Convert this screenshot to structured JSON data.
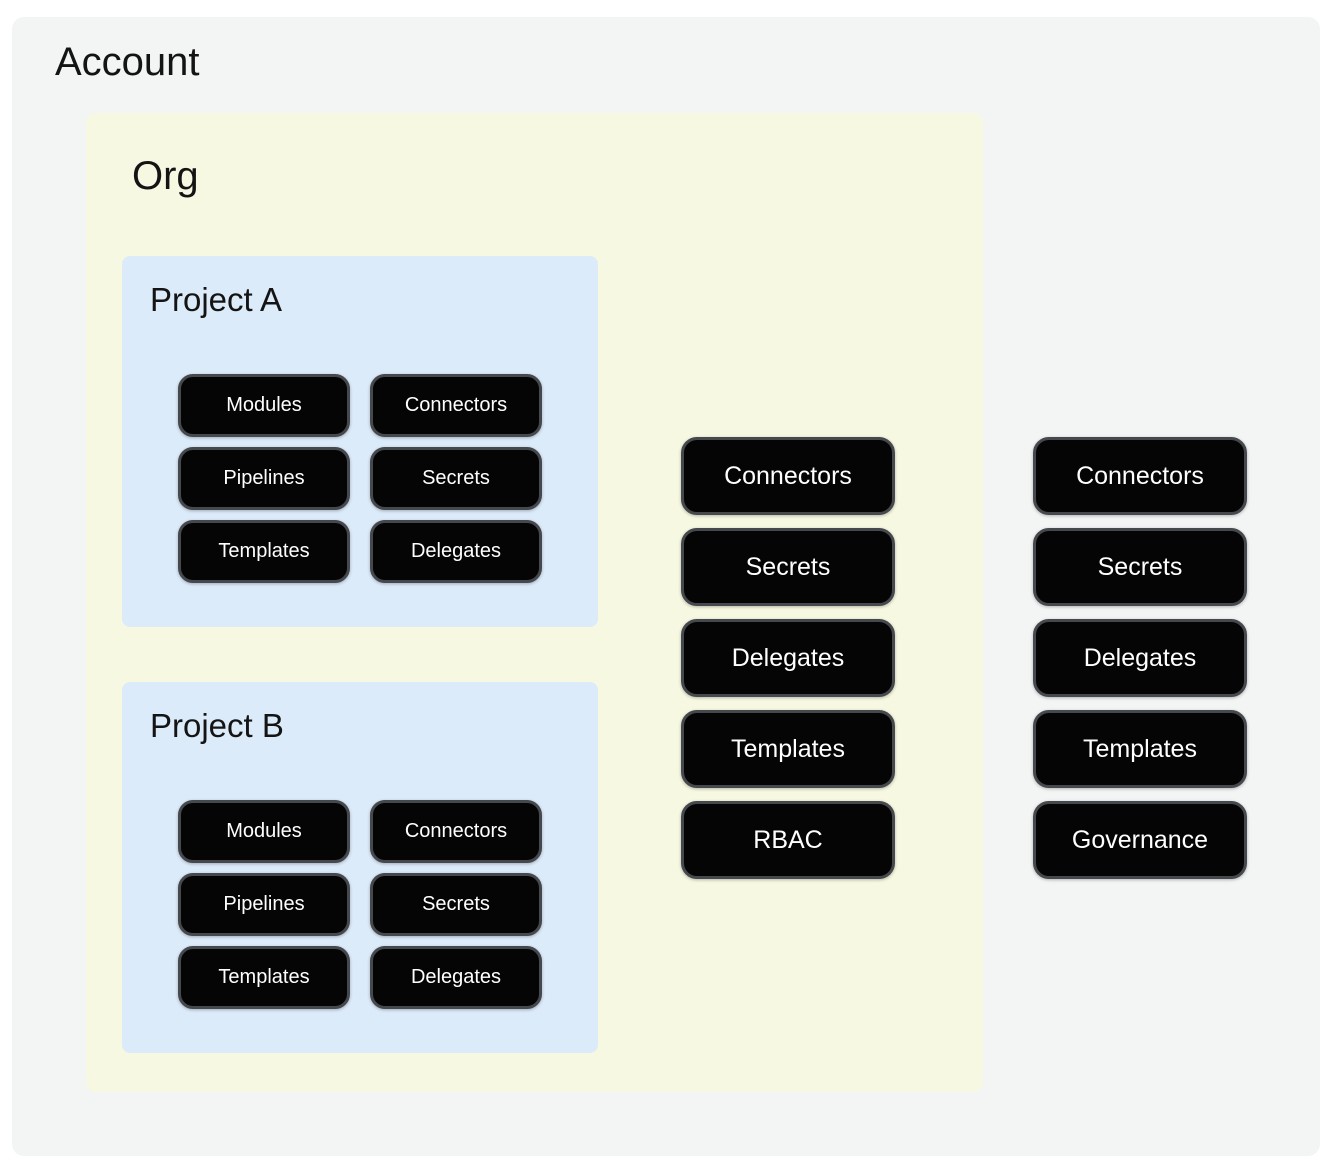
{
  "colors": {
    "page_bg": "#ffffff",
    "account_bg": "#f3f4f4",
    "org_bg": "#f7f8e2",
    "project_bg": "#dcebfa",
    "pill_bg": "#050505",
    "pill_border": "#45484c",
    "pill_text": "#ffffff",
    "title_text": "#141414"
  },
  "account": {
    "title": "Account",
    "buttons": [
      "Connectors",
      "Secrets",
      "Delegates",
      "Templates",
      "Governance"
    ],
    "org": {
      "title": "Org",
      "buttons": [
        "Connectors",
        "Secrets",
        "Delegates",
        "Templates",
        "RBAC"
      ],
      "projects": [
        {
          "title": "Project A",
          "buttons": [
            "Modules",
            "Connectors",
            "Pipelines",
            "Secrets",
            "Templates",
            "Delegates"
          ]
        },
        {
          "title": "Project B",
          "buttons": [
            "Modules",
            "Connectors",
            "Pipelines",
            "Secrets",
            "Templates",
            "Delegates"
          ]
        }
      ]
    }
  }
}
